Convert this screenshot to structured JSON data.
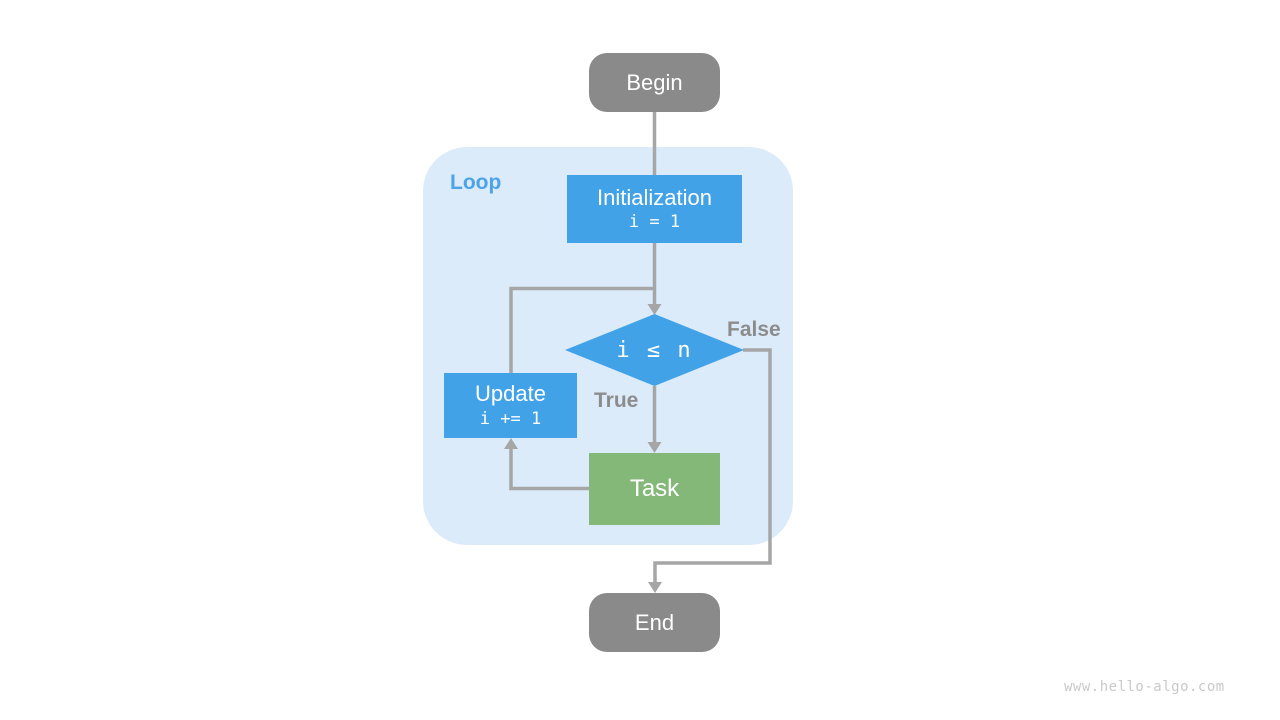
{
  "diagram": {
    "nodes": {
      "begin": {
        "label": "Begin"
      },
      "initialization": {
        "title": "Initialization",
        "code": "i = 1"
      },
      "condition": {
        "code": "i ≤ n"
      },
      "update": {
        "title": "Update",
        "code": "i += 1"
      },
      "task": {
        "label": "Task"
      },
      "end": {
        "label": "End"
      }
    },
    "labels": {
      "loop": "Loop",
      "true_branch": "True",
      "false_branch": "False"
    },
    "watermark": "www.hello-algo.com",
    "colors": {
      "node_blue": "#42A2E8",
      "node_green": "#84B878",
      "node_gray": "#8A8A8A",
      "loop_background": "#DBEBFA",
      "loop_label_blue": "#4CA3E8",
      "connector_gray": "#A6A6A6",
      "branch_label_gray": "#8C8C8C",
      "watermark_gray": "#C9C9C9",
      "node_text": "#FFFFFF"
    }
  }
}
